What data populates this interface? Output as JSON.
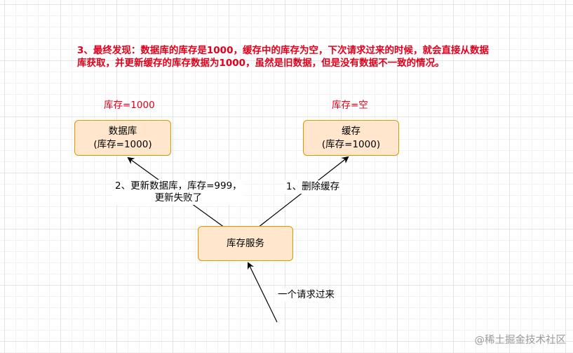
{
  "note": {
    "text": "3、最终发现：数据库的库存是1000，缓存中的库存为空，下次请求过来的时候，就会直接从数据库获取，并更新缓存的库存数据为1000，虽然是旧数据，但是没有数据不一致的情况。",
    "color": "#e0001b"
  },
  "db_stock_label": "库存=1000",
  "cache_stock_label": "库存=空",
  "nodes": {
    "database": {
      "line1": "数据库",
      "line2": "(库存=1000)"
    },
    "cache": {
      "line1": "缓存",
      "line2": "(库存=1000)"
    },
    "service": {
      "label": "库存服务"
    }
  },
  "edges": {
    "update_db": {
      "line1": "2、更新数据库，库存=999，",
      "line2": "更新失败了"
    },
    "delete_cache": {
      "label": "1、删除缓存"
    },
    "request": {
      "label": "一个请求过来"
    }
  },
  "colors": {
    "node_fill": "#ffe6cc",
    "node_stroke": "#d79b00",
    "red_label": "#e0001b"
  },
  "watermark": "@稀土掘金技术社区"
}
